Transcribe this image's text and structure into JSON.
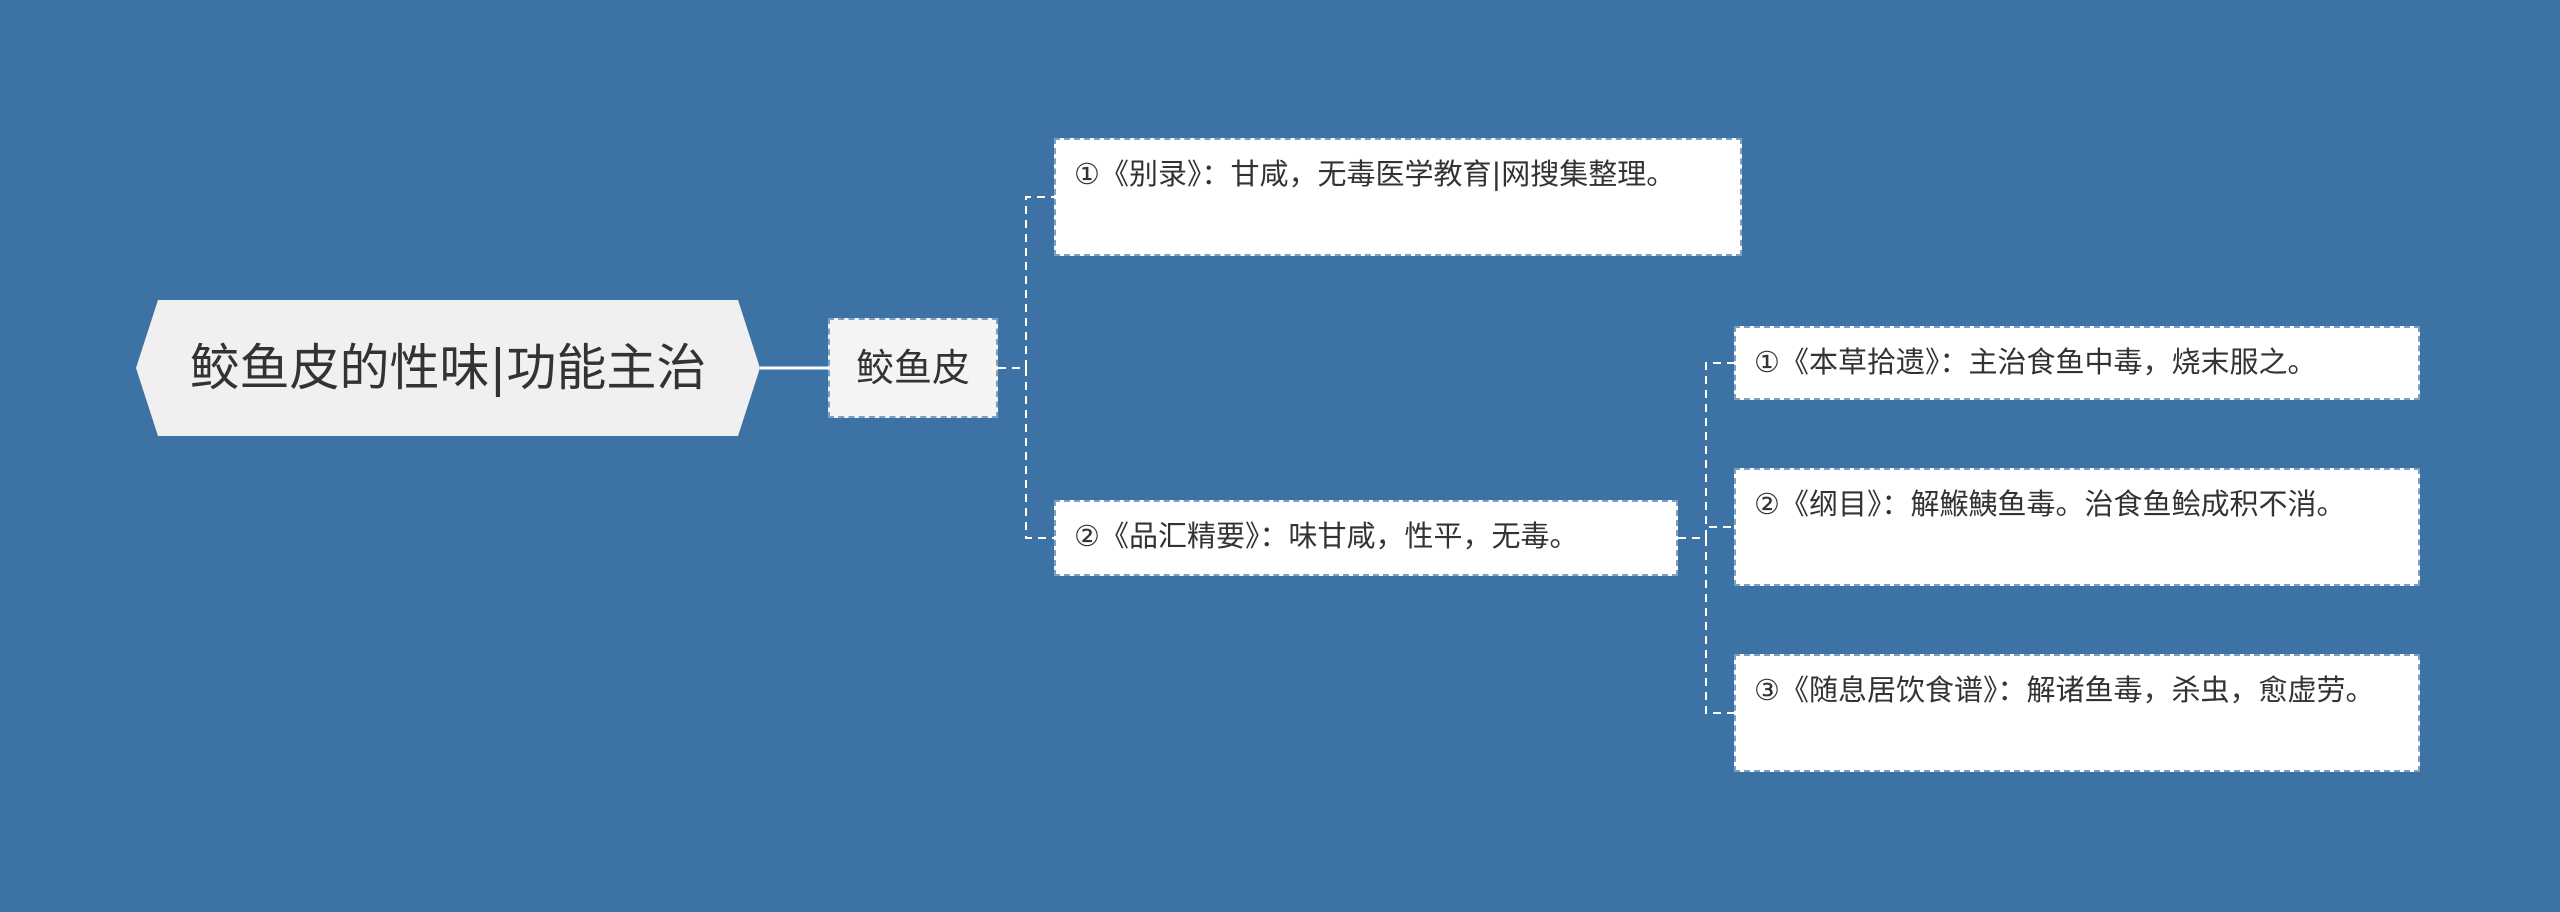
{
  "mindmap": {
    "root": {
      "label": "鲛鱼皮的性味|功能主治"
    },
    "branch": {
      "label": "鲛鱼皮"
    },
    "items": [
      {
        "label": "①《别录》：甘咸，无毒医学教育|网搜集整理。"
      },
      {
        "label": "②《品汇精要》：味甘咸，性平，无毒。"
      },
      {
        "label": "①《本草拾遗》：主治食鱼中毒，烧末服之。"
      },
      {
        "label": "②《纲目》：解鯸鮧鱼毒。治食鱼鲙成积不消。"
      },
      {
        "label": "③《随息居饮食谱》：解诸鱼毒，杀虫，愈虚劳。"
      }
    ],
    "colors": {
      "background": "#3d72a4",
      "root_fill": "#f0f0f0",
      "node_fill": "#ffffff",
      "line": "#ffffff",
      "text": "#333333"
    }
  }
}
